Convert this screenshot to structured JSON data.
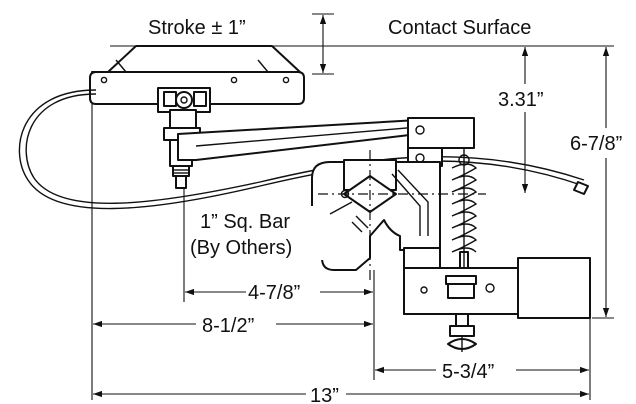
{
  "labels": {
    "stroke": "Stroke ± 1”",
    "contact_surface": "Contact Surface",
    "dim_331": "3.31”",
    "dim_678": "6-7/8”",
    "bar_line1": "1” Sq. Bar",
    "bar_line2": "(By Others)",
    "dim_4_78": "4-7/8”",
    "dim_8_12": "8-1/2”",
    "dim_5_34": "5-3/4”",
    "dim_13": "13”"
  }
}
